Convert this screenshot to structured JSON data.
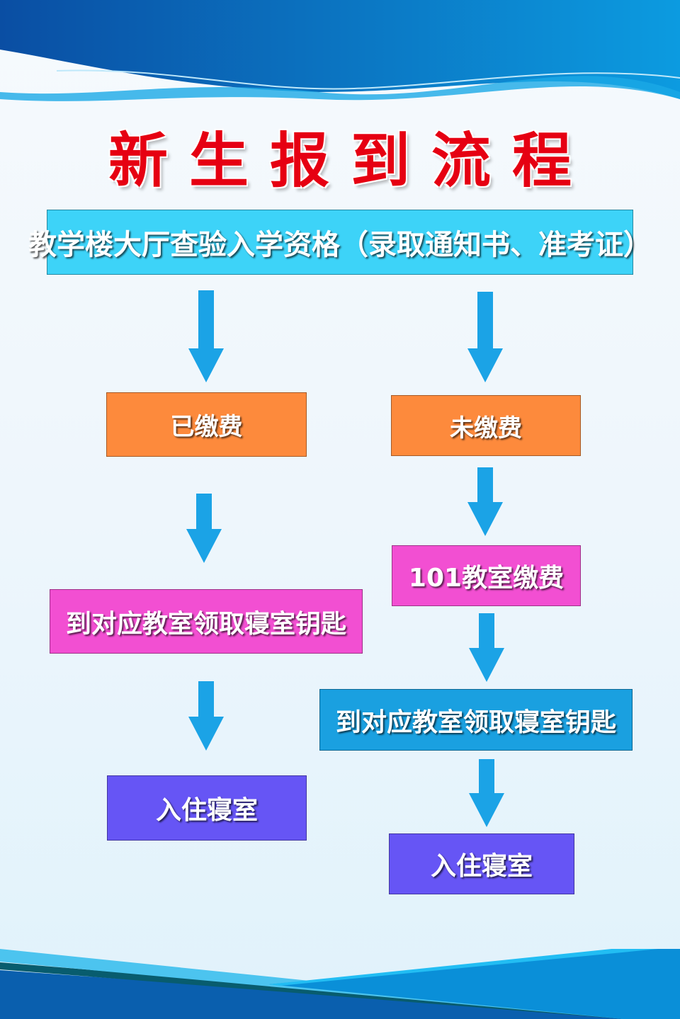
{
  "title": "新生报到流程",
  "steps": {
    "start": "教学楼大厅查验入学资格（录取通知书、准考证）",
    "paid": "已缴费",
    "unpaid": "未缴费",
    "pay_room": "101教室缴费",
    "get_key_left": "到对应教室领取寝室钥匙",
    "get_key_right": "到对应教室领取寝室钥匙",
    "move_in_left": "入住寝室",
    "move_in_right": "入住寝室"
  },
  "colors": {
    "title": "#e60012",
    "start": "#3dd3f8",
    "orange": "#fd8a3c",
    "magenta": "#f24fd2",
    "blue": "#1aa0e0",
    "purple": "#6655f5",
    "arrow": "#1ba3e6"
  }
}
